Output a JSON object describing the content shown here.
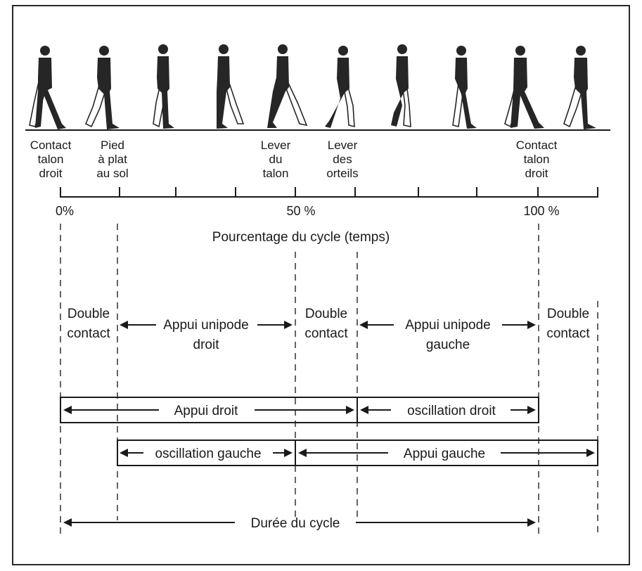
{
  "figure": {
    "events": [
      {
        "id": "contact-talon-droit-start",
        "lines": [
          "Contact",
          "talon",
          "droit"
        ]
      },
      {
        "id": "pied-a-plat",
        "lines": [
          "Pied",
          "à plat",
          "au sol"
        ]
      },
      {
        "id": "lever-talon",
        "lines": [
          "Lever",
          "du",
          "talon"
        ]
      },
      {
        "id": "lever-orteils",
        "lines": [
          "Lever",
          "des",
          "orteils"
        ]
      },
      {
        "id": "contact-talon-droit-end",
        "lines": [
          "Contact",
          "talon",
          "droit"
        ]
      }
    ],
    "percent_labels": {
      "p0": "0%",
      "p50": "50 %",
      "p100": "100 %"
    },
    "axis_title": "Pourcentage du cycle  (temps)",
    "phases": {
      "double_contact_1": [
        "Double",
        "contact"
      ],
      "appui_unipode_droit": [
        "Appui unipode",
        "droit"
      ],
      "double_contact_2": [
        "Double",
        "contact"
      ],
      "appui_unipode_gauche": [
        "Appui unipode",
        "gauche"
      ],
      "double_contact_3": [
        "Double",
        "contact"
      ]
    },
    "bars": {
      "appui_droit": "Appui droit",
      "oscillation_droit": "oscillation droit",
      "oscillation_gauche": "oscillation gauche",
      "appui_gauche": "Appui gauche"
    },
    "cycle_duration": "Durée du cycle"
  }
}
